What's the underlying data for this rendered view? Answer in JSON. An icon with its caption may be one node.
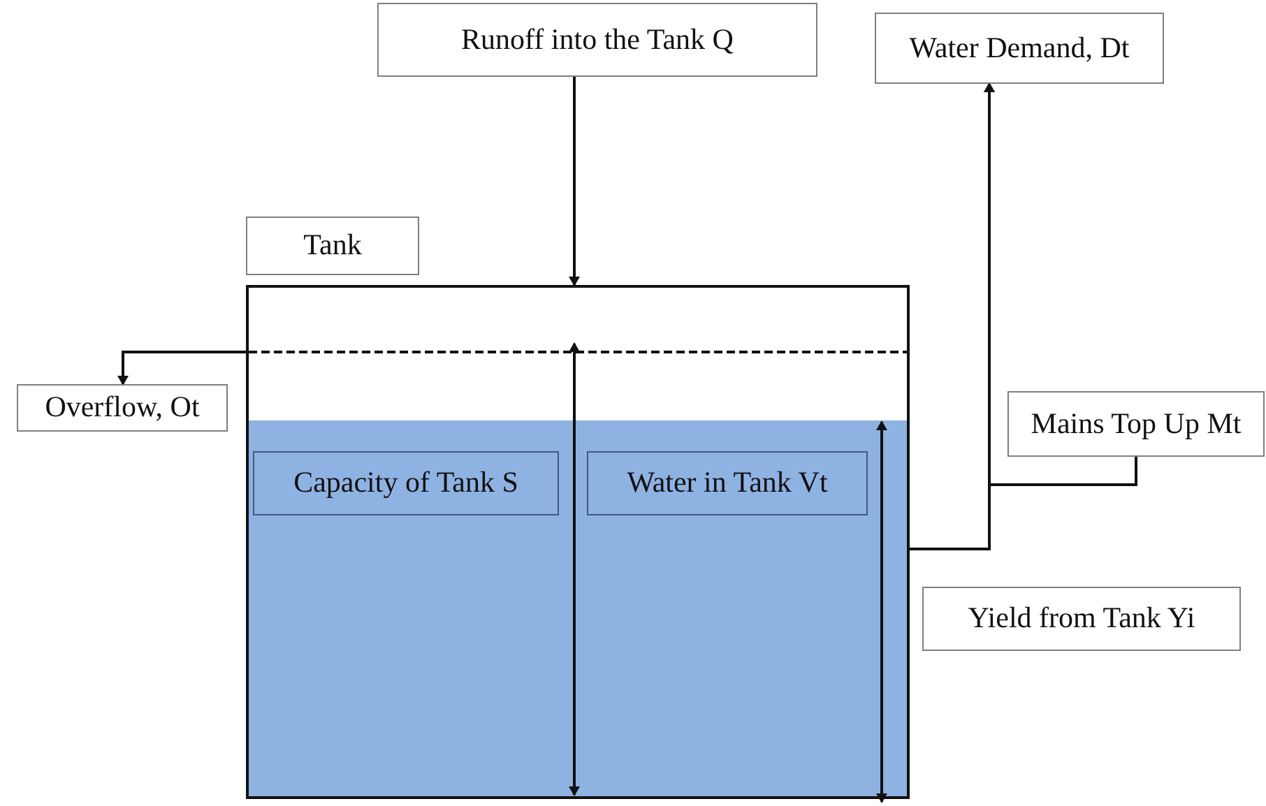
{
  "diagram": {
    "nodes": [
      {
        "text": [
          "Runoff into the Tank Q"
        ]
      },
      {
        "text": [
          "Water Demand, Dt"
        ]
      },
      {
        "text": [
          "Tank"
        ]
      },
      {
        "text": [
          "Capacity of Tank S"
        ],
        "in": 2
      },
      {
        "text": [
          "Water in Tank Vt"
        ],
        "in": 2
      },
      {
        "text": [
          "Overflow, Ot"
        ]
      },
      {
        "text": [
          "Mains Top Up Mt"
        ]
      },
      {
        "text": [
          "Yield from Tank Yi"
        ]
      }
    ],
    "edges": [
      {
        "from": 0,
        "to": 2,
        "arrow": "to"
      },
      {
        "from": 2,
        "to": 5,
        "arrow": "to"
      },
      {
        "from": 2,
        "to": 1,
        "arrow": "to"
      },
      {
        "from": 6,
        "to": 1,
        "arrow": "to"
      }
    ]
  }
}
